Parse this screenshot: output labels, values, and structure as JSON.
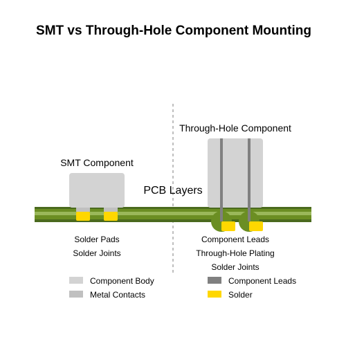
{
  "title": "SMT vs Through-Hole Component Mounting",
  "pcb": {
    "label": "PCB Layers"
  },
  "smt": {
    "label": "SMT Component",
    "captions": [
      "Solder Pads",
      "Solder Joints"
    ]
  },
  "tht": {
    "label": "Through-Hole Component",
    "captions": [
      "Component Leads",
      "Through-Hole Plating",
      "Solder Joints"
    ]
  },
  "legend": [
    {
      "label": "Component Body",
      "color": "#d3d3d3"
    },
    {
      "label": "Component Leads",
      "color": "#808080"
    },
    {
      "label": "Metal Contacts",
      "color": "#c0c0c0"
    },
    {
      "label": "Solder",
      "color": "#ffd700"
    }
  ],
  "colors": {
    "pcb_dark": "#4a6a1e",
    "pcb_mid": "#6b8e23",
    "pcb_light": "#9ab85a",
    "plating": "#6b8e23",
    "divider": "#a9a9a9"
  }
}
